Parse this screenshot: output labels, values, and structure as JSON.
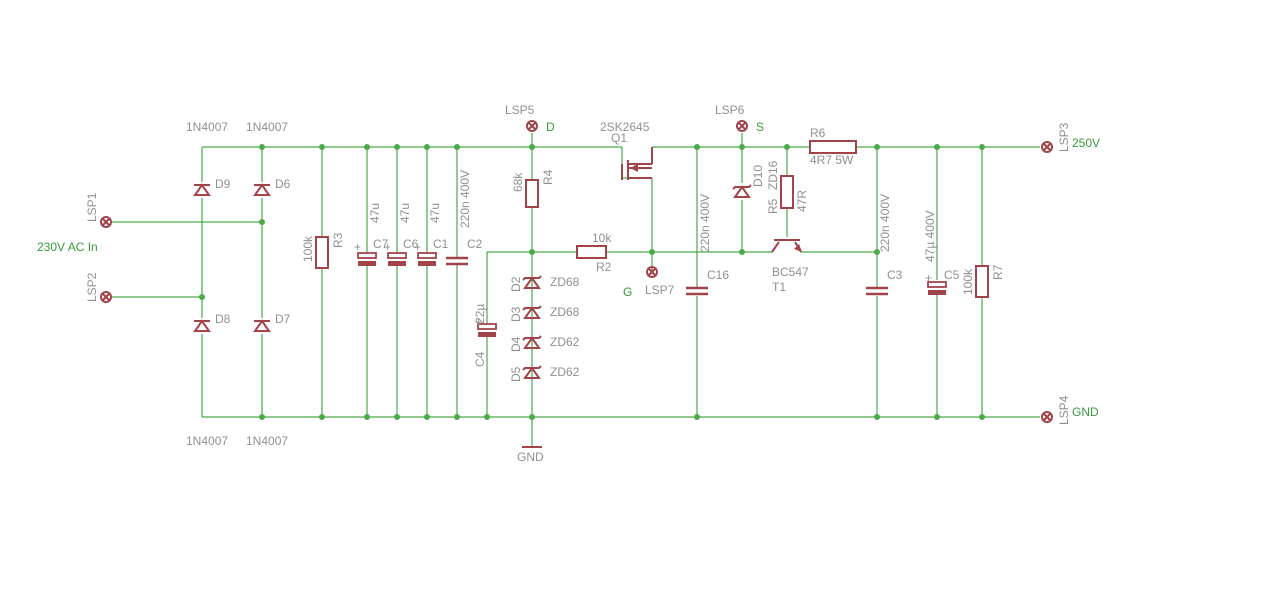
{
  "colors": {
    "wire": "#4aaa4a",
    "part": "#a2434a",
    "text": "#909090",
    "net_text": "#3a9a3a"
  },
  "connectors": {
    "lsp1": "LSP1",
    "lsp2": "LSP2",
    "lsp3": "LSP3",
    "lsp4": "LSP4",
    "lsp5": "LSP5",
    "lsp6": "LSP6",
    "lsp7": "LSP7"
  },
  "nets": {
    "ac_in": "230V AC In",
    "v250": "250V",
    "gnd": "GND",
    "drain": "D",
    "source": "S",
    "gate": "G",
    "gnd_symbol": "GND"
  },
  "diodes": {
    "d9": "D9",
    "d6": "D6",
    "d8": "D8",
    "d7": "D7",
    "d10": "D10",
    "d2": "D2",
    "d3": "D3",
    "d4": "D4",
    "d5": "D5",
    "type_top_left": "1N4007",
    "type_top_right": "1N4007",
    "type_bottom_left": "1N4007",
    "type_bottom_right": "1N4007",
    "d2_value": "ZD68",
    "d3_value": "ZD68",
    "d4_value": "ZD62",
    "d5_value": "ZD62",
    "d10_value": "ZD16"
  },
  "resistors": {
    "r3": "R3",
    "r3_value": "100k",
    "r4": "R4",
    "r4_value": "68k",
    "r2": "R2",
    "r2_value": "10k",
    "r5": "R5",
    "r5_value": "47R",
    "r6": "R6",
    "r6_value": "4R7 5W",
    "r7": "R7",
    "r7_value": "100k"
  },
  "capacitors": {
    "c7": "C7",
    "c7_value": "47u",
    "c6": "C6",
    "c6_value": "47u",
    "c1": "C1",
    "c1_value": "47u",
    "c2": "C2",
    "c2_value": "220n 400V",
    "c4": "C4",
    "c4_value": "22µ",
    "c16": "C16",
    "c16_value": "220n 400V",
    "c3": "C3",
    "c3_value": "220n 400V",
    "c5": "C5",
    "c5_value": "47µ 400V",
    "plus": "+"
  },
  "transistors": {
    "q1": "Q1",
    "q1_type": "2SK2645",
    "t1": "T1",
    "t1_type": "BC547"
  }
}
